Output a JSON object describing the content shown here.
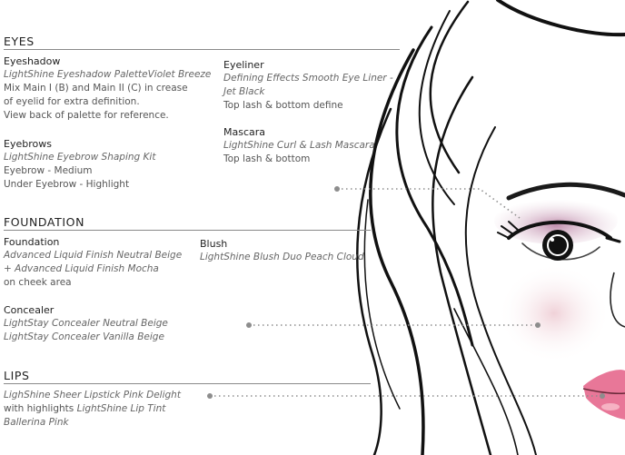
{
  "eyes": {
    "section": "EYES",
    "eyeshadow": {
      "heading": "Eyeshadow",
      "product": "LightShine Eyeshadow PaletteViolet Breeze",
      "line1": "Mix Main I (B) and Main II (C) in crease",
      "line2": "of eyelid for extra definition.",
      "line3": "View back of palette for reference."
    },
    "eyeliner": {
      "heading": "Eyeliner",
      "product1": "Defining Effects Smooth Eye Liner -",
      "product2": "Jet Black",
      "line1": "Top lash & bottom define"
    },
    "mascara": {
      "heading": "Mascara",
      "product": "LightShine Curl & Lash Mascara",
      "line1": "Top lash & bottom"
    },
    "eyebrows": {
      "heading": "Eyebrows",
      "product": "LightShine Eyebrow Shaping Kit",
      "line1": "Eyebrow - Medium",
      "line2": "Under Eyebrow - Highlight"
    }
  },
  "foundation": {
    "section": "FOUNDATION",
    "foundation": {
      "heading": "Foundation",
      "product1": "Advanced Liquid Finish Neutral Beige",
      "product2": "+ Advanced Liquid Finish Mocha",
      "line1": "on cheek area"
    },
    "blush": {
      "heading": "Blush",
      "product": "LightShine Blush Duo Peach Cloud"
    },
    "concealer": {
      "heading": "Concealer",
      "product1": "LightStay Concealer Neutral Beige",
      "product2": "LightStay Concealer Vanilla Beige"
    }
  },
  "lips": {
    "section": "LIPS",
    "product": "LighShine Sheer Lipstick Pink Delight",
    "highlight_prefix": "with highlights ",
    "highlight_product": "LightShine Lip Tint",
    "highlight_shade": "Ballerina Pink"
  },
  "colors": {
    "eyeshadow": "#b07a9a",
    "blush": "#f0d6da",
    "lips": "#e46a8a",
    "dots": "#888888"
  }
}
